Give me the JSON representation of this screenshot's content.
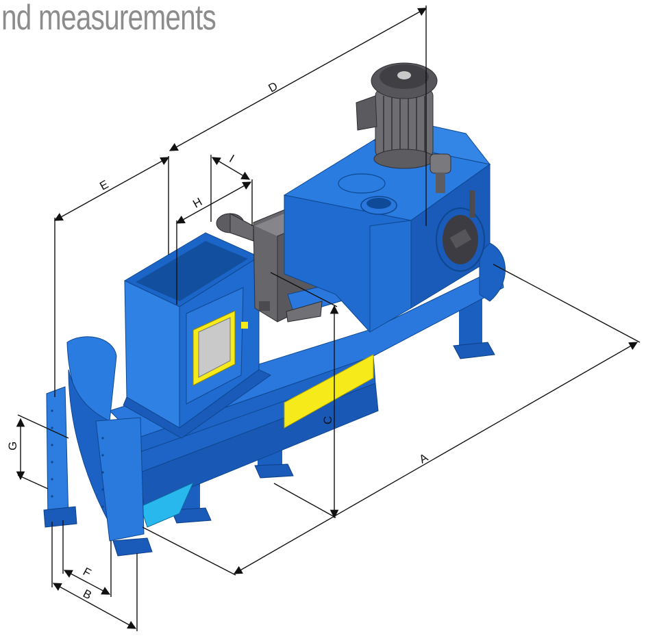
{
  "heading": "nd measurements",
  "labels": {
    "A": "A",
    "B": "B",
    "C": "C",
    "D": "D",
    "E": "E",
    "F": "F",
    "G": "G",
    "H": "H",
    "I": "I"
  },
  "colors": {
    "machine_blue": "#1f6fd6",
    "machine_blue_dark": "#1450a8",
    "machine_blue_light": "#3d8ae8",
    "motor_grey": "#6e6e72",
    "motor_dark": "#3f3f44",
    "warning_yellow": "#f6ea1a",
    "window_glass": "#c9c9c9",
    "chute_cyan": "#29b8ee",
    "dimension_line": "#111111"
  },
  "icons": {
    "motor": "electric-motor-icon",
    "gearbox": "gear-housing-icon"
  }
}
